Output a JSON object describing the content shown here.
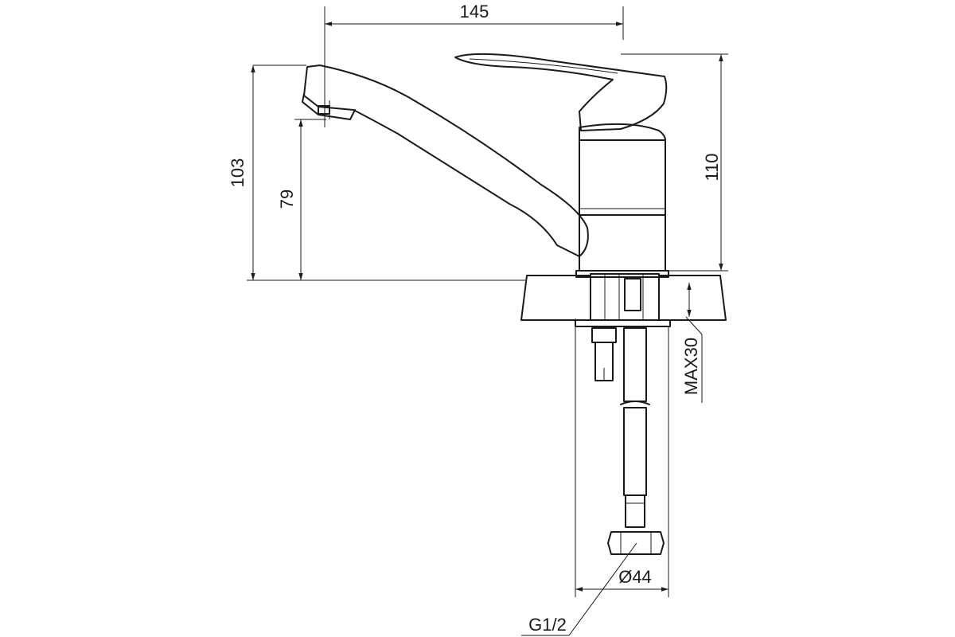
{
  "dimensions": {
    "spout_reach": "145",
    "total_height": "103",
    "spout_height": "79",
    "body_height": "110",
    "max_countertop": "MAX30",
    "hole_diameter": "Ø44",
    "hose_thread": "G1/2"
  }
}
